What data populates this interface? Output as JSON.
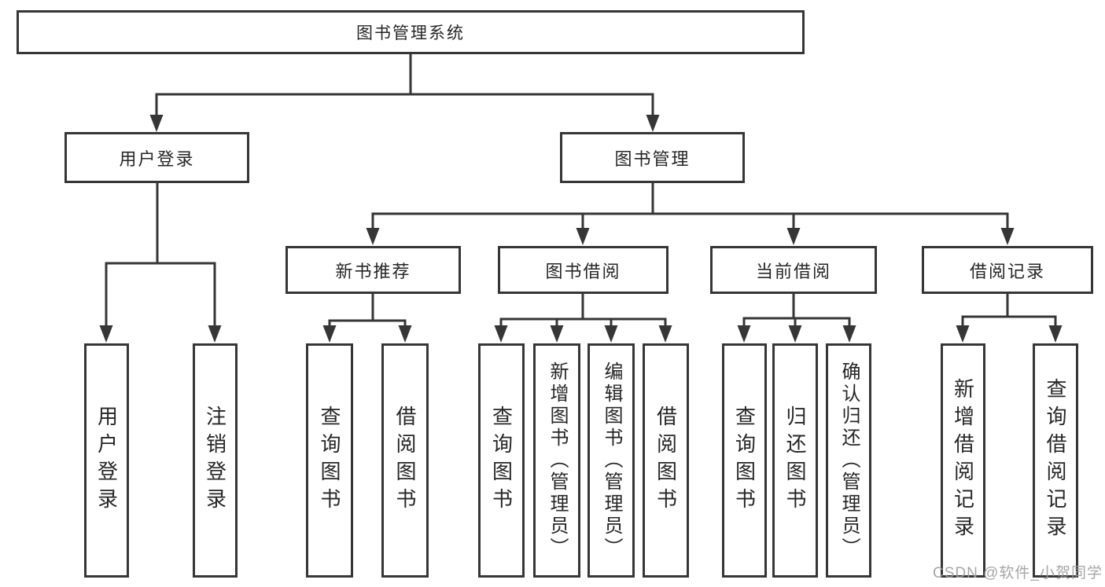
{
  "diagram": {
    "root": {
      "label": "图书管理系统"
    },
    "branches": [
      {
        "label": "用户登录",
        "leaves": [
          {
            "label": "用户登录"
          },
          {
            "label": "注销登录"
          }
        ]
      },
      {
        "label": "图书管理",
        "groups": [
          {
            "label": "新书推荐",
            "leaves": [
              {
                "label": "查询图书"
              },
              {
                "label": "借阅图书"
              }
            ]
          },
          {
            "label": "图书借阅",
            "leaves": [
              {
                "label": "查询图书"
              },
              {
                "label": "新增图书（管理员）"
              },
              {
                "label": "编辑图书（管理员）"
              },
              {
                "label": "借阅图书"
              }
            ]
          },
          {
            "label": "当前借阅",
            "leaves": [
              {
                "label": "查询图书"
              },
              {
                "label": "归还图书"
              },
              {
                "label": "确认归还（管理员）"
              }
            ]
          },
          {
            "label": "借阅记录",
            "leaves": [
              {
                "label": "新增借阅记录"
              },
              {
                "label": "查询借阅记录"
              }
            ]
          }
        ]
      }
    ]
  },
  "watermark": {
    "text": "CSDN @软件_小贺同学"
  },
  "colors": {
    "line": "#363636",
    "text": "#262626",
    "watermark": "#9e9e9e",
    "background": "#ffffff"
  }
}
